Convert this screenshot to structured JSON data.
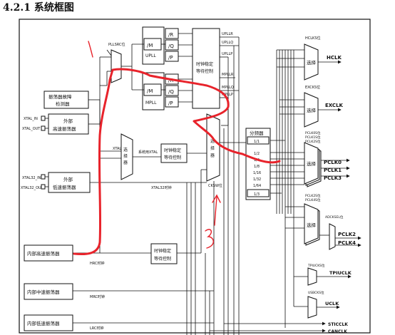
{
  "title": "4.2.1  系统框图",
  "labels": {
    "pllsrc": "PLLSRC位",
    "pll_m": "/M",
    "pll_r": "/R",
    "pll_q": "/Q",
    "pll_p": "/P",
    "upll": "UPLL",
    "mpll": "MPLL",
    "upllr": "UPLLR",
    "upllq": "UPLLQ",
    "upllp": "UPLLP",
    "mpllr": "MPLLR",
    "mpllq": "MPLLQ",
    "mpllp": "MPLLP",
    "pll_wait_1": "时钟稳定",
    "pll_wait_2": "等待控制",
    "fault_1": "振荡器故障",
    "fault_2": "检测器",
    "xtal_in": "XTAL_IN",
    "xtal_out": "XTAL_OUT",
    "ext_hs_1": "外部",
    "ext_hs_2": "高速振荡器",
    "xtal32_in": "XTAL32_IN",
    "xtal32_out": "XTAL32_OUT",
    "ext_ls_1": "外部",
    "ext_ls_2": "低速振荡器",
    "mux_a_1": "选",
    "mux_a_2": "择",
    "mux_a_3": "器",
    "sys_xtal": "系统用XTAL",
    "xtal": "XTAL",
    "xtal32": "XTAL32时钟",
    "ckswi": "CKSW位",
    "int_hs": "内部高速振荡器",
    "hrc": "HRC时钟",
    "int_ms": "内部中速振荡器",
    "mrc": "MRC时钟",
    "int_ls": "内部低速振荡器",
    "lrc": "LRC时钟",
    "divider": "分频器",
    "div": [
      "1/1",
      "1/2",
      "1/4",
      "1/8",
      "1/16",
      "1/32",
      "1/64"
    ],
    "div_out": "1/3",
    "hcks": "HCLKS位",
    "hclk": "HCLK",
    "exck": "EXCKS位",
    "exclk": "EXCLK",
    "pclk_bits": [
      "PCLK0S位",
      "PCLK1S位",
      "PCLK2S位"
    ],
    "pclk0": "PCLK0",
    "pclk1": "PCLK1",
    "pclk3": "PCLK3",
    "pclk2_bits": [
      "PCLK2S位",
      "PCLK4S位"
    ],
    "adck": "ADCKSEL位",
    "pclk2": "PCLK2",
    "pclk4": "PCLK4",
    "tpiu_bits": "TPIUCKS位",
    "tpiuclk": "TPIUCLK",
    "usbcks": "USBCKS位",
    "uclk": "UCLK",
    "sticclk": "STICCLK",
    "canclk": "CANCLK",
    "select": "选择",
    "annot_1": "1",
    "annot_3": "3"
  },
  "colors": {
    "line": "#111111",
    "annotation": "#e8232b",
    "background": "#ffffff"
  }
}
